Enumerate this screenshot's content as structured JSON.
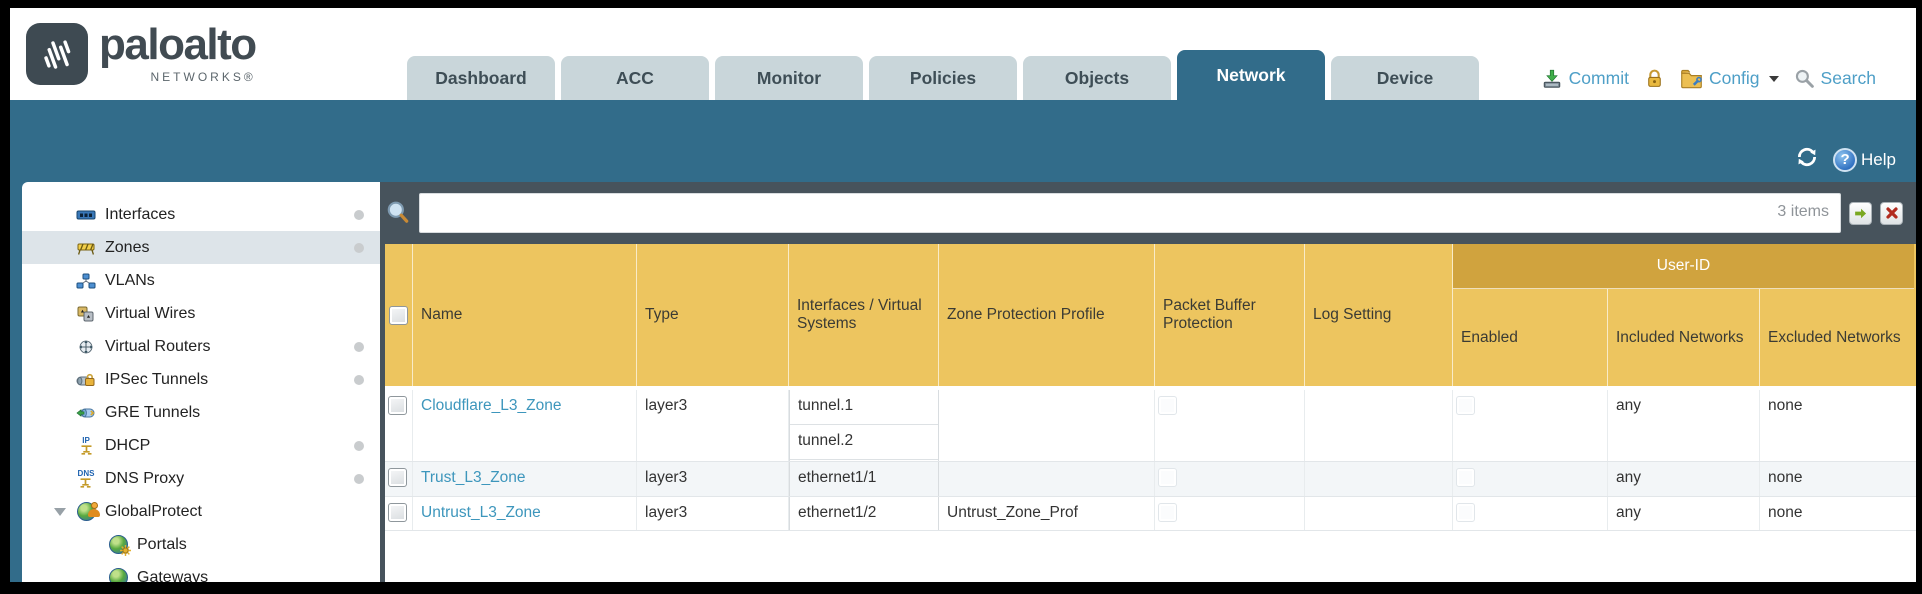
{
  "header": {
    "brand": "paloalto",
    "brand_sub": "NETWORKS®",
    "tabs": [
      {
        "label": "Dashboard",
        "active": false
      },
      {
        "label": "ACC",
        "active": false
      },
      {
        "label": "Monitor",
        "active": false
      },
      {
        "label": "Policies",
        "active": false
      },
      {
        "label": "Objects",
        "active": false
      },
      {
        "label": "Network",
        "active": true
      },
      {
        "label": "Device",
        "active": false
      }
    ],
    "actions": {
      "commit": "Commit",
      "config": "Config",
      "search": "Search"
    }
  },
  "toolbar": {
    "help": "Help",
    "help_mark": "?"
  },
  "sidebar": {
    "items": [
      {
        "label": "Interfaces",
        "dot": true,
        "selected": false
      },
      {
        "label": "Zones",
        "dot": true,
        "selected": true
      },
      {
        "label": "VLANs",
        "dot": false,
        "selected": false
      },
      {
        "label": "Virtual Wires",
        "dot": false,
        "selected": false
      },
      {
        "label": "Virtual Routers",
        "dot": true,
        "selected": false
      },
      {
        "label": "IPSec Tunnels",
        "dot": true,
        "selected": false
      },
      {
        "label": "GRE Tunnels",
        "dot": false,
        "selected": false
      },
      {
        "label": "DHCP",
        "dot": true,
        "selected": false,
        "icon_label": "IP"
      },
      {
        "label": "DNS Proxy",
        "dot": true,
        "selected": false,
        "icon_label": "DNS"
      },
      {
        "label": "GlobalProtect",
        "dot": false,
        "selected": false,
        "expanded": true
      },
      {
        "label": "Portals",
        "dot": false,
        "selected": false,
        "child": true
      },
      {
        "label": "Gateways",
        "dot": false,
        "selected": false,
        "child": true
      }
    ]
  },
  "content": {
    "search": {
      "value": "",
      "count_label": "3 items"
    },
    "table": {
      "columns": [
        "Name",
        "Type",
        "Interfaces / Virtual Systems",
        "Zone Protection Profile",
        "Packet Buffer Protection",
        "Log Setting"
      ],
      "user_id_group": {
        "label": "User-ID",
        "columns": [
          "Enabled",
          "Included Networks",
          "Excluded Networks"
        ]
      },
      "rows": [
        {
          "name": "Cloudflare_L3_Zone",
          "type": "layer3",
          "interfaces": [
            "tunnel.1",
            "tunnel.2"
          ],
          "zone_protection_profile": "",
          "packet_buffer_protection": false,
          "log_setting": "",
          "user_id_enabled": false,
          "included_networks": "any",
          "excluded_networks": "none",
          "selected": false
        },
        {
          "name": "Trust_L3_Zone",
          "type": "layer3",
          "interfaces": [
            "ethernet1/1"
          ],
          "zone_protection_profile": "",
          "packet_buffer_protection": false,
          "log_setting": "",
          "user_id_enabled": false,
          "included_networks": "any",
          "excluded_networks": "none",
          "selected": false
        },
        {
          "name": "Untrust_L3_Zone",
          "type": "layer3",
          "interfaces": [
            "ethernet1/2"
          ],
          "zone_protection_profile": "Untrust_Zone_Prof",
          "packet_buffer_protection": false,
          "log_setting": "",
          "user_id_enabled": false,
          "included_networks": "any",
          "excluded_networks": "none",
          "selected": false
        }
      ]
    }
  },
  "icons": {
    "commit": "green-install-arrow",
    "lock": "gold-padlock",
    "config": "gold-folder-wrench",
    "search": "magnifier",
    "refresh": "circular-arrows",
    "help": "question-mark-circle",
    "filter": "magnifier",
    "apply_filter": "green-arrow",
    "clear_filter": "red-x"
  },
  "colors": {
    "teal": "#326C8A",
    "slate": "#47535C",
    "gold_header": "#EDC55F",
    "gold_band": "#D0A33E",
    "link": "#3D96BC",
    "selected_nav": "#DDE4E9",
    "alt_row": "#F3F6F8"
  }
}
